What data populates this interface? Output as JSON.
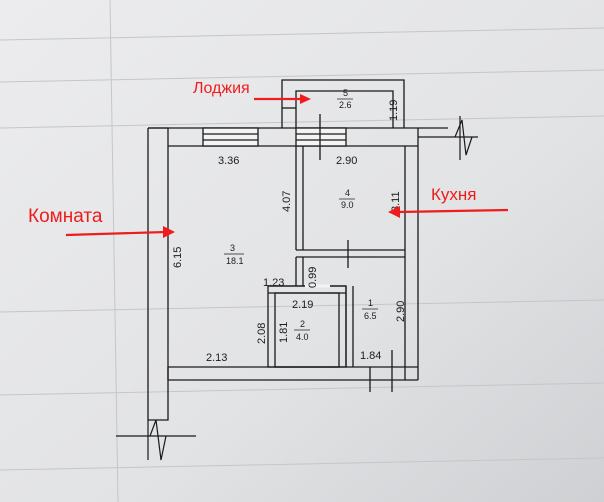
{
  "annotations": {
    "loggia": "Лоджия",
    "room": "Комната",
    "kitchen": "Кухня"
  },
  "rooms": [
    {
      "number": "1",
      "area": "6.5"
    },
    {
      "number": "2",
      "area": "4.0"
    },
    {
      "number": "3",
      "area": "18.1"
    },
    {
      "number": "4",
      "area": "9.0"
    },
    {
      "number": "5",
      "area": "2.6"
    }
  ],
  "dimensions": {
    "room_top_width": "3.36",
    "kitchen_top_width": "2.90",
    "kitchen_height": "4.07",
    "kitchen_right_height": "3.11",
    "room_height": "6.15",
    "loggia_height": "1.19",
    "corridor_width": "1.23",
    "corridor_gap": "0.99",
    "bath_width": "2.19",
    "bath_outer_height": "2.08",
    "bath_inner_height": "1.81",
    "hall_height": "2.90",
    "bottom_left_width": "2.13",
    "bottom_right_width": "1.84"
  },
  "colors": {
    "annotation": "#ee1c1c",
    "line": "#1a1a1a",
    "paper": "#e6e6e8"
  }
}
